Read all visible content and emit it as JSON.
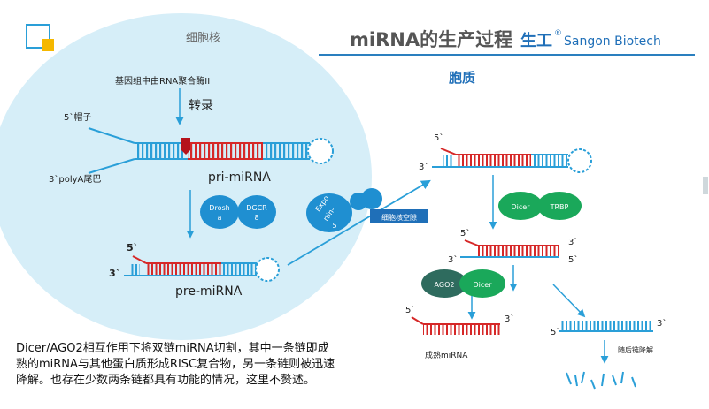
{
  "header": {
    "title": "miRNA的生产过程",
    "brand_cn": "生工",
    "brand_mark": "®",
    "brand_en": "Sangon Biotech"
  },
  "nucleus": {
    "label": "细胞核",
    "rna_pol_label": "基因组中由RNA聚合酶II",
    "transcription": "转录",
    "cap_label": "5`帽子",
    "polya_label": "3`polyA尾巴",
    "pri_mirna": "pri-miRNA",
    "drosha": [
      "Drosh",
      "a"
    ],
    "dgcr8": [
      "DGCR",
      "8"
    ],
    "pre_5": "5`",
    "pre_3": "3`",
    "pre_mirna": "pre-miRNA",
    "exportin": [
      "Expo",
      "rtin-",
      "5"
    ],
    "pore_label": "细胞核空隙"
  },
  "cytoplasm": {
    "label": "胞质",
    "top_5": "5`",
    "top_3": "3`",
    "dicer": "Dicer",
    "trbp": "TRBP",
    "duplex_5a": "5`",
    "duplex_3a": "3`",
    "duplex_3b": "3`",
    "duplex_5b": "5`",
    "ago2": "AGO2",
    "dicer2": "Dicer",
    "mature_5": "5`",
    "mature_3": "3`",
    "mature_label": "成熟miRNA",
    "passenger_5": "5`",
    "passenger_3": "3`",
    "degrade_label": "随后链降解"
  },
  "bottom_text": [
    "Dicer/AGO2相互作用下将双链miRNA切割，其中一条链即成",
    "熟的miRNA与其他蛋白质形成RISC复合物，另一条链则被迅速",
    "降解。也存在少数两条链都具有功能的情况，这里不赘述。"
  ],
  "colors": {
    "nucleus_fill": "#d6eef8",
    "red_strand": "#d62828",
    "blue_strand": "#2a9fd8",
    "green_protein": "#1aa85a",
    "dark_green": "#2e6b5e",
    "blue_protein": "#1f8fd1",
    "title_gray": "#555555"
  }
}
